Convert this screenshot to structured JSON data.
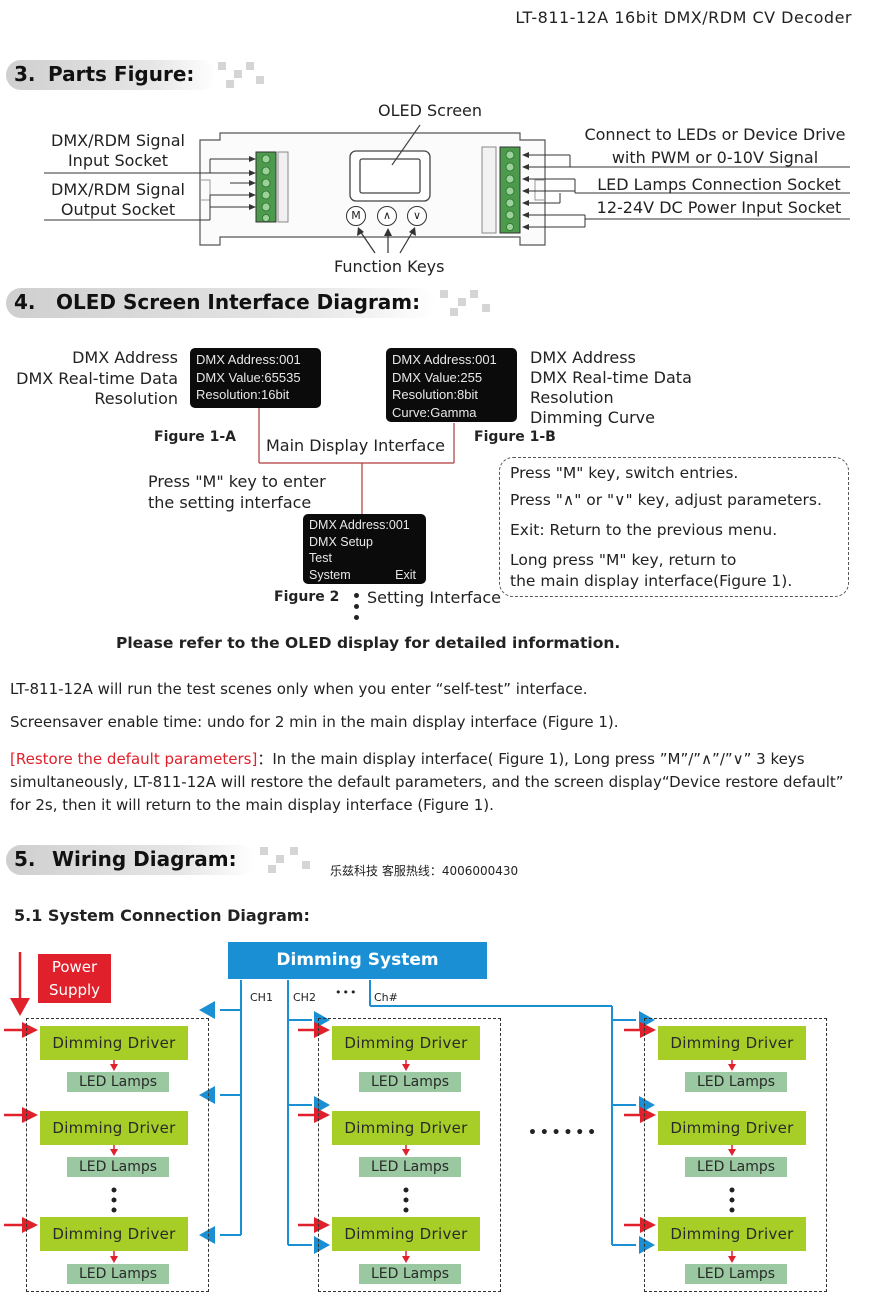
{
  "header": {
    "title": "LT-811-12A  16bit DMX/RDM CV Decoder"
  },
  "sec3": {
    "num": "3.",
    "title": "Parts Figure:",
    "oled_screen": "OLED Screen",
    "in_sock_1": "DMX/RDM Signal",
    "in_sock_2": "Input Socket",
    "out_sock_1": "DMX/RDM Signal",
    "out_sock_2": "Output Socket",
    "connect_1": "Connect to LEDs or Device Drive",
    "connect_2": "with PWM or 0-10V Signal",
    "led_socket": "LED Lamps Connection Socket",
    "power_socket": "12-24V DC Power Input Socket",
    "function_keys": "Function Keys",
    "keys": [
      "M",
      "∧",
      "∨"
    ]
  },
  "sec4": {
    "num": "4.",
    "title": "OLED Screen Interface Diagram:",
    "fig1a": {
      "lines": [
        "DMX Address:001",
        "DMX Value:65535",
        "Resolution:16bit"
      ],
      "label": "Figure 1-A",
      "side": [
        "DMX Address",
        "DMX Real-time Data",
        "Resolution"
      ]
    },
    "fig1b": {
      "lines": [
        "DMX Address:001",
        "DMX Value:255",
        "Resolution:8bit",
        "Curve:Gamma"
      ],
      "label": "Figure 1-B",
      "side": [
        "DMX Address",
        "DMX Real-time Data",
        "Resolution",
        "Dimming Curve"
      ]
    },
    "main_display": "Main Display Interface",
    "press_m_1": "Press \"M\" key to enter",
    "press_m_2": "the setting interface",
    "fig2": {
      "lines": [
        "DMX Address:001",
        "DMX Setup",
        "Test"
      ],
      "system": "System",
      "exit": "Exit",
      "label": "Figure 2"
    },
    "setting_interface": "Setting Interface",
    "help": [
      "Press \"M\" key,  switch entries.",
      "Press \"∧\" or \"∨\" key,  adjust parameters.",
      "Exit: Return to the previous menu.",
      "Long press \"M\" key,  return to",
      "the main display interface(Figure 1)."
    ],
    "note": "Please refer to the OLED display for detailed information."
  },
  "paras": {
    "p1": "LT-811-12A will run the test scenes only when you enter “self-test” interface.",
    "p2": "Screensaver enable time: undo for 2 min in the main display interface (Figure 1).",
    "p3_red": "[Restore the default parameters]",
    "p3_rest": "：In the main display interface( Figure 1), Long press ”M”/”∧”/”∨” 3 keys simultaneously, LT-811-12A will restore the default parameters, and the screen display“Device restore default” for 2s, then it will return to the main display interface (Figure 1)."
  },
  "sec5": {
    "num": "5.",
    "title": "Wiring Diagram:",
    "hotline": "乐兹科技 客服热线：4006000430",
    "sub": "5.1 System Connection Diagram:",
    "dimming_system": "Dimming System",
    "power_supply_1": "Power",
    "power_supply_2": "Supply",
    "ch1": "CH1",
    "ch2": "CH2",
    "chn": "Ch#",
    "ch_dots": "•••",
    "driver": "Dimming Driver",
    "lamps": "LED Lamps",
    "middle_dots": "• • • • • •"
  },
  "colors": {
    "accent_red": "#e0202a",
    "accent_blue": "#1a8fd3",
    "driver_green": "#a6ce27",
    "lamp_green": "#9ac8a0",
    "border_red": "#b03a3a"
  }
}
